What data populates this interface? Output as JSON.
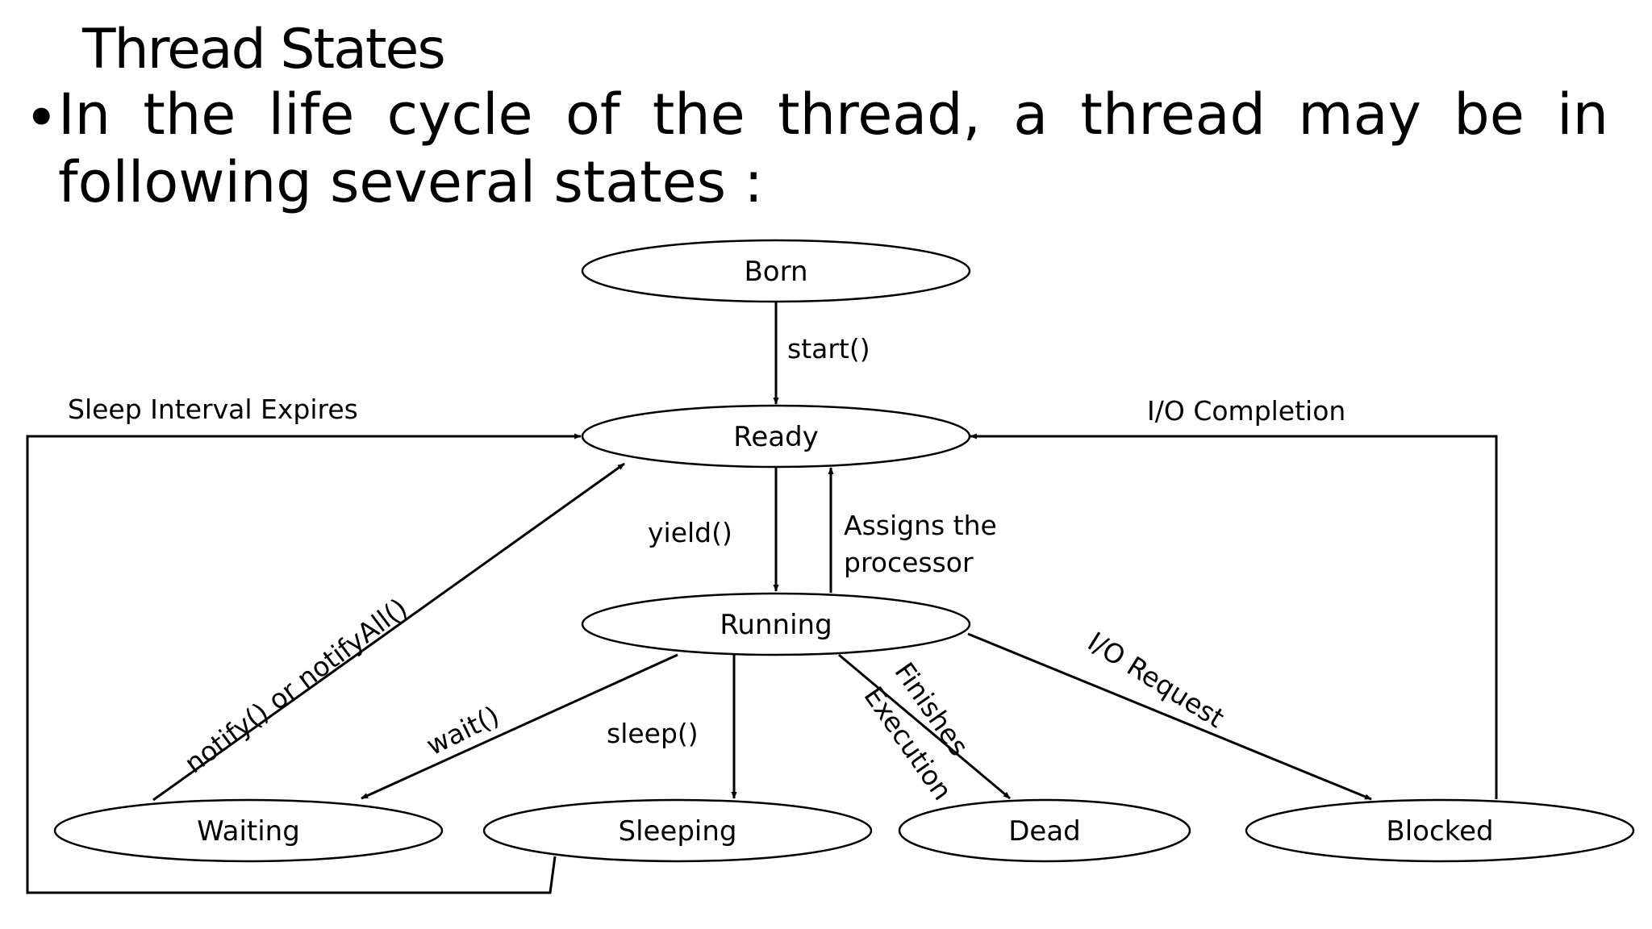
{
  "title": "Thread States",
  "bullet": "In the life cycle of the thread, a thread may be in following several states :",
  "states": {
    "born": "Born",
    "ready": "Ready",
    "running": "Running",
    "waiting": "Waiting",
    "sleeping": "Sleeping",
    "dead": "Dead",
    "blocked": "Blocked"
  },
  "transitions": {
    "start": "start()",
    "yield": "yield()",
    "assigns_line1": "Assigns the",
    "assigns_line2": "processor",
    "wait": "wait()",
    "sleep": "sleep()",
    "finishes": "Finishes",
    "execution": "Execution",
    "io_request": "I/O Request",
    "notify": "notify() or notifyAll()",
    "sleep_expires": "Sleep Interval Expires",
    "io_completion": "I/O Completion"
  }
}
